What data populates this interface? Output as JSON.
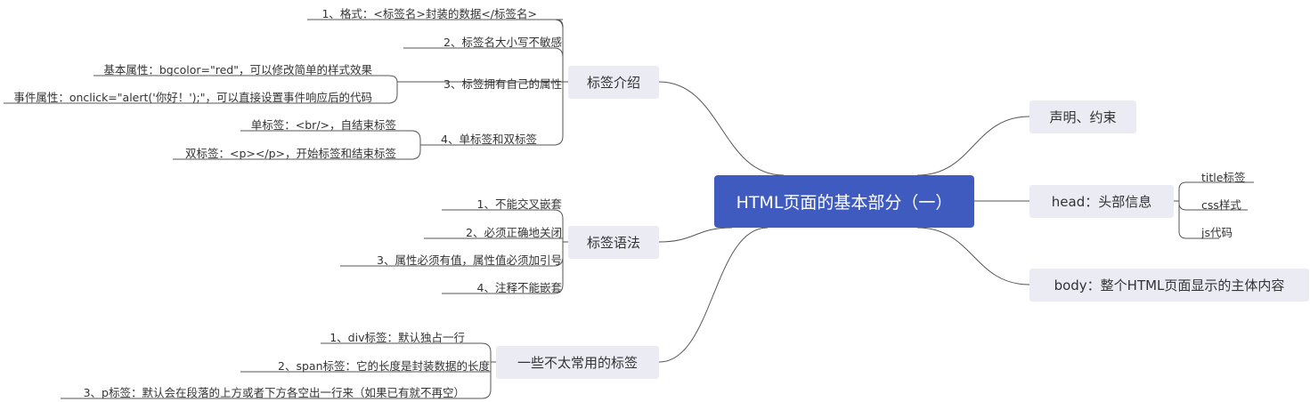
{
  "root": "HTML页面的基本部分（一）",
  "left": [
    {
      "label": "标签介绍",
      "children": [
        {
          "label": "1、格式：<标签名>封装的数据</标签名>",
          "children": []
        },
        {
          "label": "2、标签名大小写不敏感",
          "children": []
        },
        {
          "label": "3、标签拥有自己的属性",
          "children": [
            "基本属性：bgcolor=\"red\"，可以修改简单的样式效果",
            "事件属性：onclick=\"alert('你好！');\"，可以直接设置事件响应后的代码"
          ]
        },
        {
          "label": "4、单标签和双标签",
          "children": [
            "单标签：<br/>，自结束标签",
            "双标签：<p></p>，开始标签和结束标签"
          ]
        }
      ]
    },
    {
      "label": "标签语法",
      "children": [
        {
          "label": "1、不能交叉嵌套",
          "children": []
        },
        {
          "label": "2、必须正确地关闭",
          "children": []
        },
        {
          "label": "3、属性必须有值，属性值必须加引号",
          "children": []
        },
        {
          "label": "4、注释不能嵌套",
          "children": []
        }
      ]
    },
    {
      "label": "一些不太常用的标签",
      "children": [
        {
          "label": "1、div标签：默认独占一行",
          "children": []
        },
        {
          "label": "2、span标签：它的长度是封装数据的长度",
          "children": []
        },
        {
          "label": "3、p标签：默认会在段落的上方或者下方各空出一行来（如果已有就不再空）",
          "children": []
        }
      ]
    }
  ],
  "right": [
    {
      "label": "声明、约束",
      "children": []
    },
    {
      "label": "head：头部信息",
      "children": [
        "title标签",
        "css样式",
        "js代码"
      ]
    },
    {
      "label": "body：整个HTML页面显示的主体内容",
      "children": []
    }
  ],
  "colors": {
    "root_fill": "#3f5bbf",
    "topic_fill": "#ebebf3",
    "line": "#555555"
  }
}
